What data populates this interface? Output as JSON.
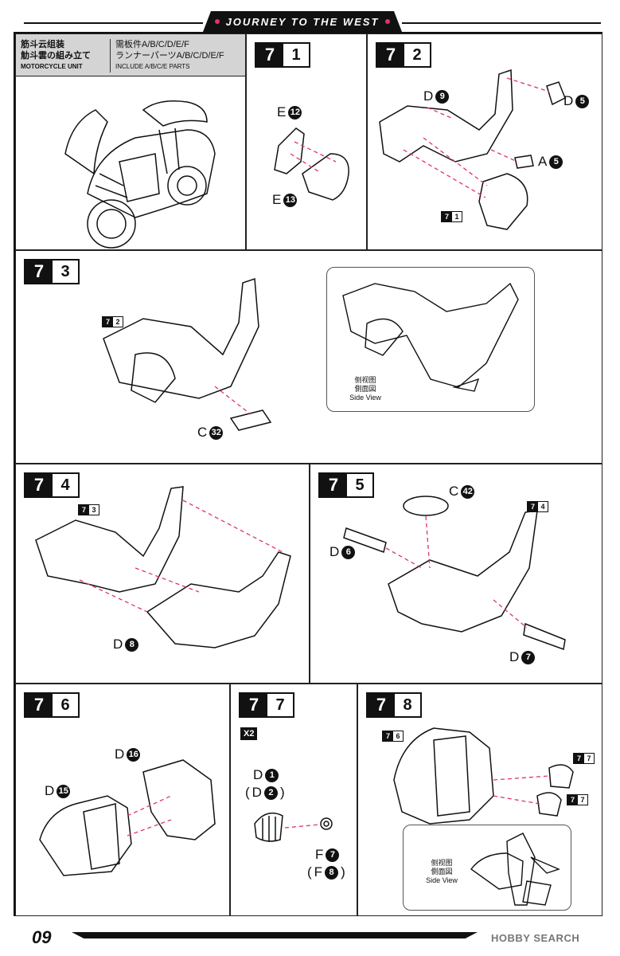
{
  "header": {
    "title": "JOURNEY TO THE WEST"
  },
  "unit": {
    "zh": "筋斗云组装",
    "ja": "觔斗雲の組み立て",
    "en": "MOTORCYCLE UNIT",
    "parts_zh": "需板件A/B/C/D/E/F",
    "parts_ja": "ランナーパーツA/B/C/D/E/F",
    "parts_en": "INCLUDE A/B/C/E PARTS"
  },
  "steps": {
    "s71": {
      "major": "7",
      "minor": "1",
      "parts": [
        {
          "letter": "E",
          "num": "12"
        },
        {
          "letter": "E",
          "num": "13"
        }
      ]
    },
    "s72": {
      "major": "7",
      "minor": "2",
      "parts": [
        {
          "letter": "D",
          "num": "9"
        },
        {
          "letter": "D",
          "num": "5"
        },
        {
          "letter": "A",
          "num": "5"
        }
      ],
      "ref": {
        "major": "7",
        "minor": "1"
      }
    },
    "s73": {
      "major": "7",
      "minor": "3",
      "parts": [
        {
          "letter": "C",
          "num": "32"
        }
      ],
      "ref": {
        "major": "7",
        "minor": "2"
      },
      "side_zh": "侧视图",
      "side_ja": "側面図",
      "side_en": "Side View"
    },
    "s74": {
      "major": "7",
      "minor": "4",
      "parts": [
        {
          "letter": "D",
          "num": "8"
        }
      ],
      "ref": {
        "major": "7",
        "minor": "3"
      }
    },
    "s75": {
      "major": "7",
      "minor": "5",
      "parts": [
        {
          "letter": "C",
          "num": "42"
        },
        {
          "letter": "D",
          "num": "6"
        },
        {
          "letter": "D",
          "num": "7"
        }
      ],
      "ref": {
        "major": "7",
        "minor": "4"
      }
    },
    "s76": {
      "major": "7",
      "minor": "6",
      "parts": [
        {
          "letter": "D",
          "num": "16"
        },
        {
          "letter": "D",
          "num": "15"
        }
      ]
    },
    "s77": {
      "major": "7",
      "minor": "7",
      "multiplier": "X2",
      "parts": [
        {
          "letter": "D",
          "num": "1"
        },
        {
          "letter": "D",
          "num": "2"
        },
        {
          "letter": "F",
          "num": "7"
        },
        {
          "letter": "F",
          "num": "8"
        }
      ]
    },
    "s78": {
      "major": "7",
      "minor": "8",
      "ref": {
        "major": "7",
        "minor": "6"
      },
      "ref2": {
        "major": "7",
        "minor": "7"
      },
      "ref3": {
        "major": "7",
        "minor": "7"
      },
      "side_zh": "侧视图",
      "side_ja": "側面図",
      "side_en": "Side View"
    }
  },
  "page_number": "09",
  "watermark": "HOBBY SEARCH",
  "accent_color": "#e0307a"
}
